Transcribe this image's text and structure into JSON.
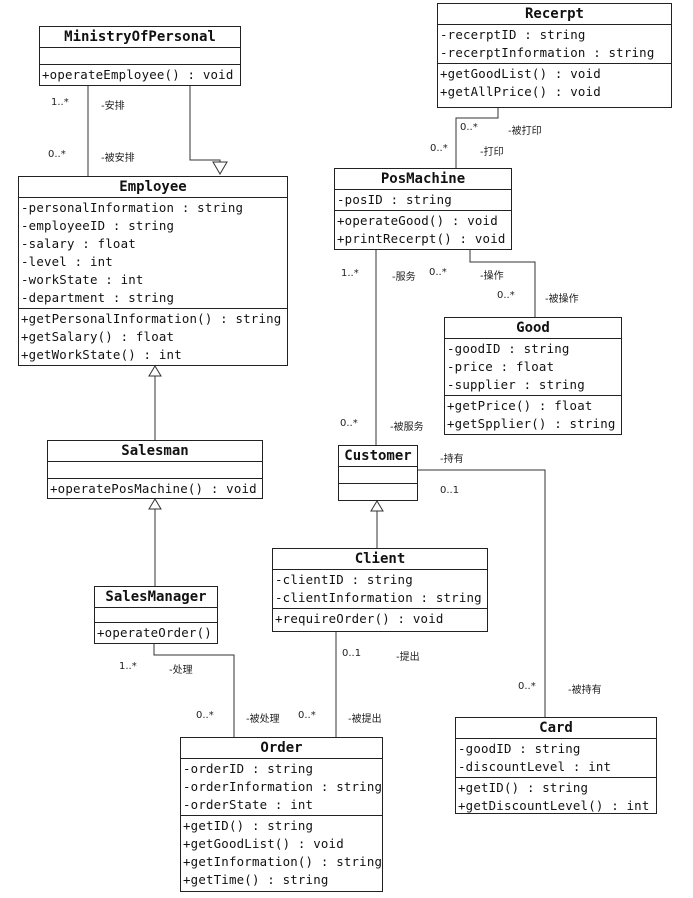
{
  "classes": {
    "ministry": {
      "name": "MinistryOfPersonal",
      "attributes": [],
      "operations": [
        "+operateEmployee() : void"
      ]
    },
    "recerpt": {
      "name": "Recerpt",
      "attributes": [
        "-recerptID : string",
        "-recerptInformation : string"
      ],
      "operations": [
        "+getGoodList() : void",
        "+getAllPrice() : void"
      ]
    },
    "employee": {
      "name": "Employee",
      "attributes": [
        "-personalInformation : string",
        "-employeeID : string",
        "-salary : float",
        "-level : int",
        "-workState : int",
        "-department : string"
      ],
      "operations": [
        "+getPersonalInformation() : string",
        "+getSalary() : float",
        "+getWorkState() : int"
      ]
    },
    "posmachine": {
      "name": "PosMachine",
      "attributes": [
        "-posID : string"
      ],
      "operations": [
        "+operateGood() : void",
        "+printRecerpt() : void"
      ]
    },
    "good": {
      "name": "Good",
      "attributes": [
        "-goodID : string",
        "-price : float",
        "-supplier : string"
      ],
      "operations": [
        "+getPrice() : float",
        "+getSpplier() : string"
      ]
    },
    "salesman": {
      "name": "Salesman",
      "attributes": [],
      "operations": [
        "+operatePosMachine() : void"
      ]
    },
    "customer": {
      "name": "Customer",
      "attributes": [],
      "operations": []
    },
    "client": {
      "name": "Client",
      "attributes": [
        "-clientID : string",
        "-clientInformation : string"
      ],
      "operations": [
        "+requireOrder() : void"
      ]
    },
    "salesmanager": {
      "name": "SalesManager",
      "attributes": [],
      "operations": [
        "+operateOrder()"
      ]
    },
    "card": {
      "name": "Card",
      "attributes": [
        "-goodID : string",
        "-discountLevel : int"
      ],
      "operations": [
        "+getID() : string",
        "+getDiscountLevel() : int"
      ]
    },
    "order": {
      "name": "Order",
      "attributes": [
        "-orderID : string",
        "-orderInformation : string",
        "-orderState : int"
      ],
      "operations": [
        "+getID() : string",
        "+getGoodList() : void",
        "+getInformation() : string",
        "+getTime() : string"
      ]
    }
  },
  "labels": {
    "ministry_mult": "1..*",
    "ministry_role": "-安排",
    "employee_mult": "0..*",
    "employee_role": "-被安排",
    "recerpt_mult": "0..*",
    "recerpt_role": "-被打印",
    "pos_print_mult": "0..*",
    "pos_print_role": "-打印",
    "pos_serve_mult": "1..*",
    "pos_serve_role": "-服务",
    "pos_op_mult": "0..*",
    "pos_op_role": "-操作",
    "good_mult": "0..*",
    "good_role": "-被操作",
    "cust_served_mult": "0..*",
    "cust_served_role": "-被服务",
    "cust_hold_role": "-持有",
    "cust_hold_mult": "0..1",
    "client_req_mult": "0..1",
    "client_req_role": "-提出",
    "card_mult": "0..*",
    "card_role": "-被持有",
    "sm_mult": "1..*",
    "sm_role": "-处理",
    "order_handled_mult": "0..*",
    "order_handled_role": "-被处理",
    "order_req_mult": "0..*",
    "order_req_role": "-被提出"
  }
}
